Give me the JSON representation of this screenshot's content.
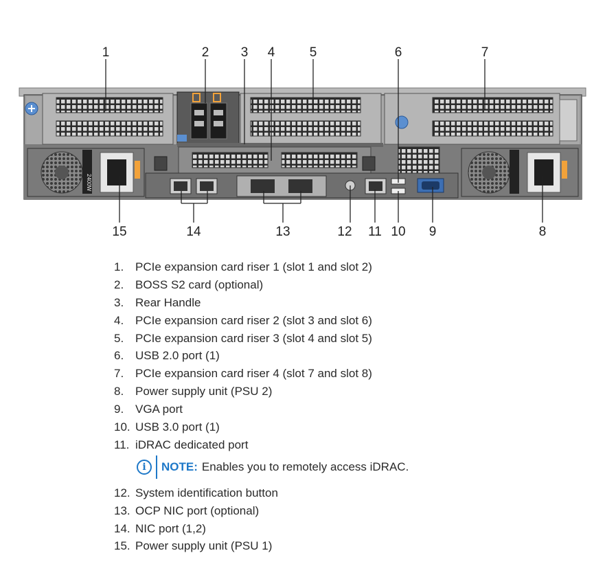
{
  "callouts": [
    "1",
    "2",
    "3",
    "4",
    "5",
    "6",
    "7",
    "8",
    "9",
    "10",
    "11",
    "12",
    "13",
    "14",
    "15"
  ],
  "legend": [
    {
      "num": "1.",
      "text": "PCIe expansion card riser 1 (slot 1 and slot 2)"
    },
    {
      "num": "2.",
      "text": "BOSS S2 card (optional)"
    },
    {
      "num": "3.",
      "text": "Rear Handle"
    },
    {
      "num": "4.",
      "text": "PCIe expansion card riser 2 (slot 3 and slot 6)"
    },
    {
      "num": "5.",
      "text": "PCIe expansion card riser 3 (slot 4 and slot 5)"
    },
    {
      "num": "6.",
      "text": "USB 2.0 port (1)"
    },
    {
      "num": "7.",
      "text": "PCIe expansion card riser 4 (slot 7 and slot 8)"
    },
    {
      "num": "8.",
      "text": "Power supply unit (PSU 2)"
    },
    {
      "num": "9.",
      "text": "VGA port"
    },
    {
      "num": "10.",
      "text": "USB 3.0 port (1)"
    },
    {
      "num": "11.",
      "text": "iDRAC dedicated port"
    },
    {
      "num": "12.",
      "text": "System identification button"
    },
    {
      "num": "13.",
      "text": "OCP NIC port (optional)"
    },
    {
      "num": "14.",
      "text": "NIC port (1,2)"
    },
    {
      "num": "15.",
      "text": "Power supply unit (PSU 1)"
    }
  ],
  "note": {
    "label": "NOTE:",
    "text": "Enables you to remotely access iDRAC.",
    "icon": "info-icon",
    "color": "#1e78c8"
  },
  "psu_label": "2400W"
}
